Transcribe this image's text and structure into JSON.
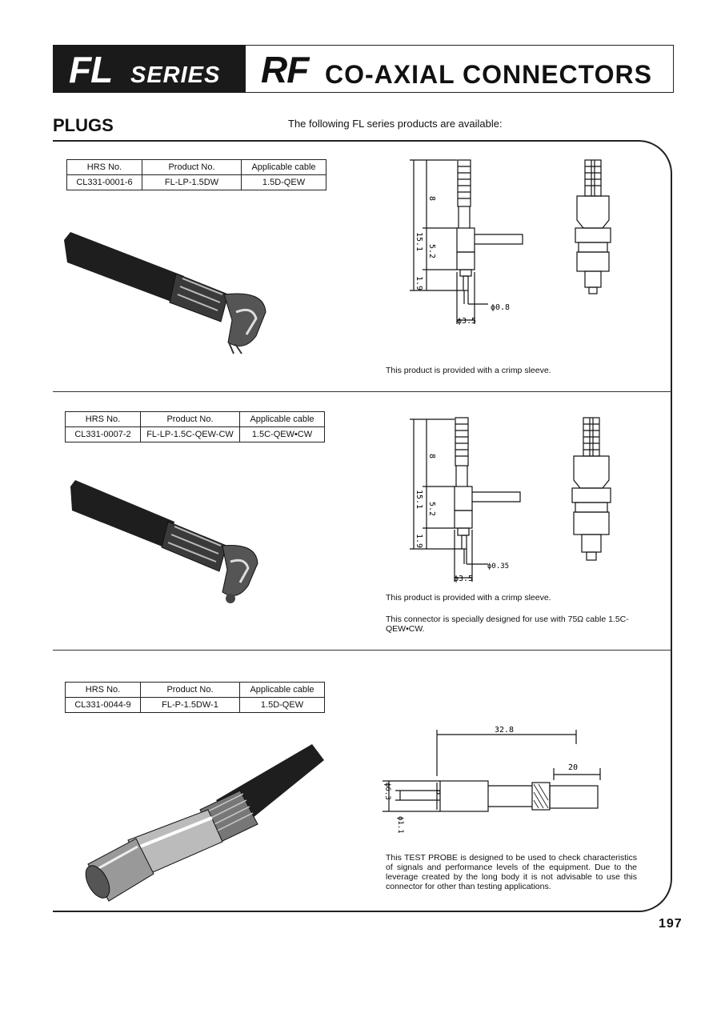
{
  "header": {
    "fl": "FL",
    "series": "SERIES",
    "rf": "RF",
    "title": "CO-AXIAL CONNECTORS"
  },
  "section_title": "PLUGS",
  "intro": "The following FL series products are available:",
  "table_headers": [
    "HRS No.",
    "Product No.",
    "Applicable cable"
  ],
  "products": [
    {
      "hrs_no": "CL331-0001-6",
      "product_no": "FL-LP-1.5DW",
      "cable": "1.5D-QEW",
      "notes": [
        "This product is provided with a crimp sleeve."
      ],
      "dims": {
        "total": "15.1",
        "upper": "8",
        "mid": "5.2",
        "low": "1.9",
        "pin": "ϕ0.8",
        "body": "ϕ3.5"
      }
    },
    {
      "hrs_no": "CL331-0007-2",
      "product_no": "FL-LP-1.5C-QEW-CW",
      "cable": "1.5C-QEW•CW",
      "notes": [
        "This product is provided with a crimp sleeve.",
        "This connector is specially designed for use with 75Ω cable 1.5C-QEW•CW."
      ],
      "dims": {
        "total": "15.1",
        "upper": "8",
        "mid": "5.2",
        "low": "1.9",
        "pin": "ϕ0.35",
        "body": "ϕ3.5"
      }
    },
    {
      "hrs_no": "CL331-0044-9",
      "product_no": "FL-P-1.5DW-1",
      "cable": "1.5D-QEW",
      "notes": [
        "This TEST PROBE is designed to be used to check characteristics of signals and performance levels of the equipment. Due to the leverage created by the long body it is not advisable to use this connector for other than testing applications."
      ],
      "dims": {
        "length": "32.8",
        "tail": "20",
        "body": "ϕ6.3",
        "pin": "ϕ1.1"
      }
    }
  ],
  "page_number": "197"
}
